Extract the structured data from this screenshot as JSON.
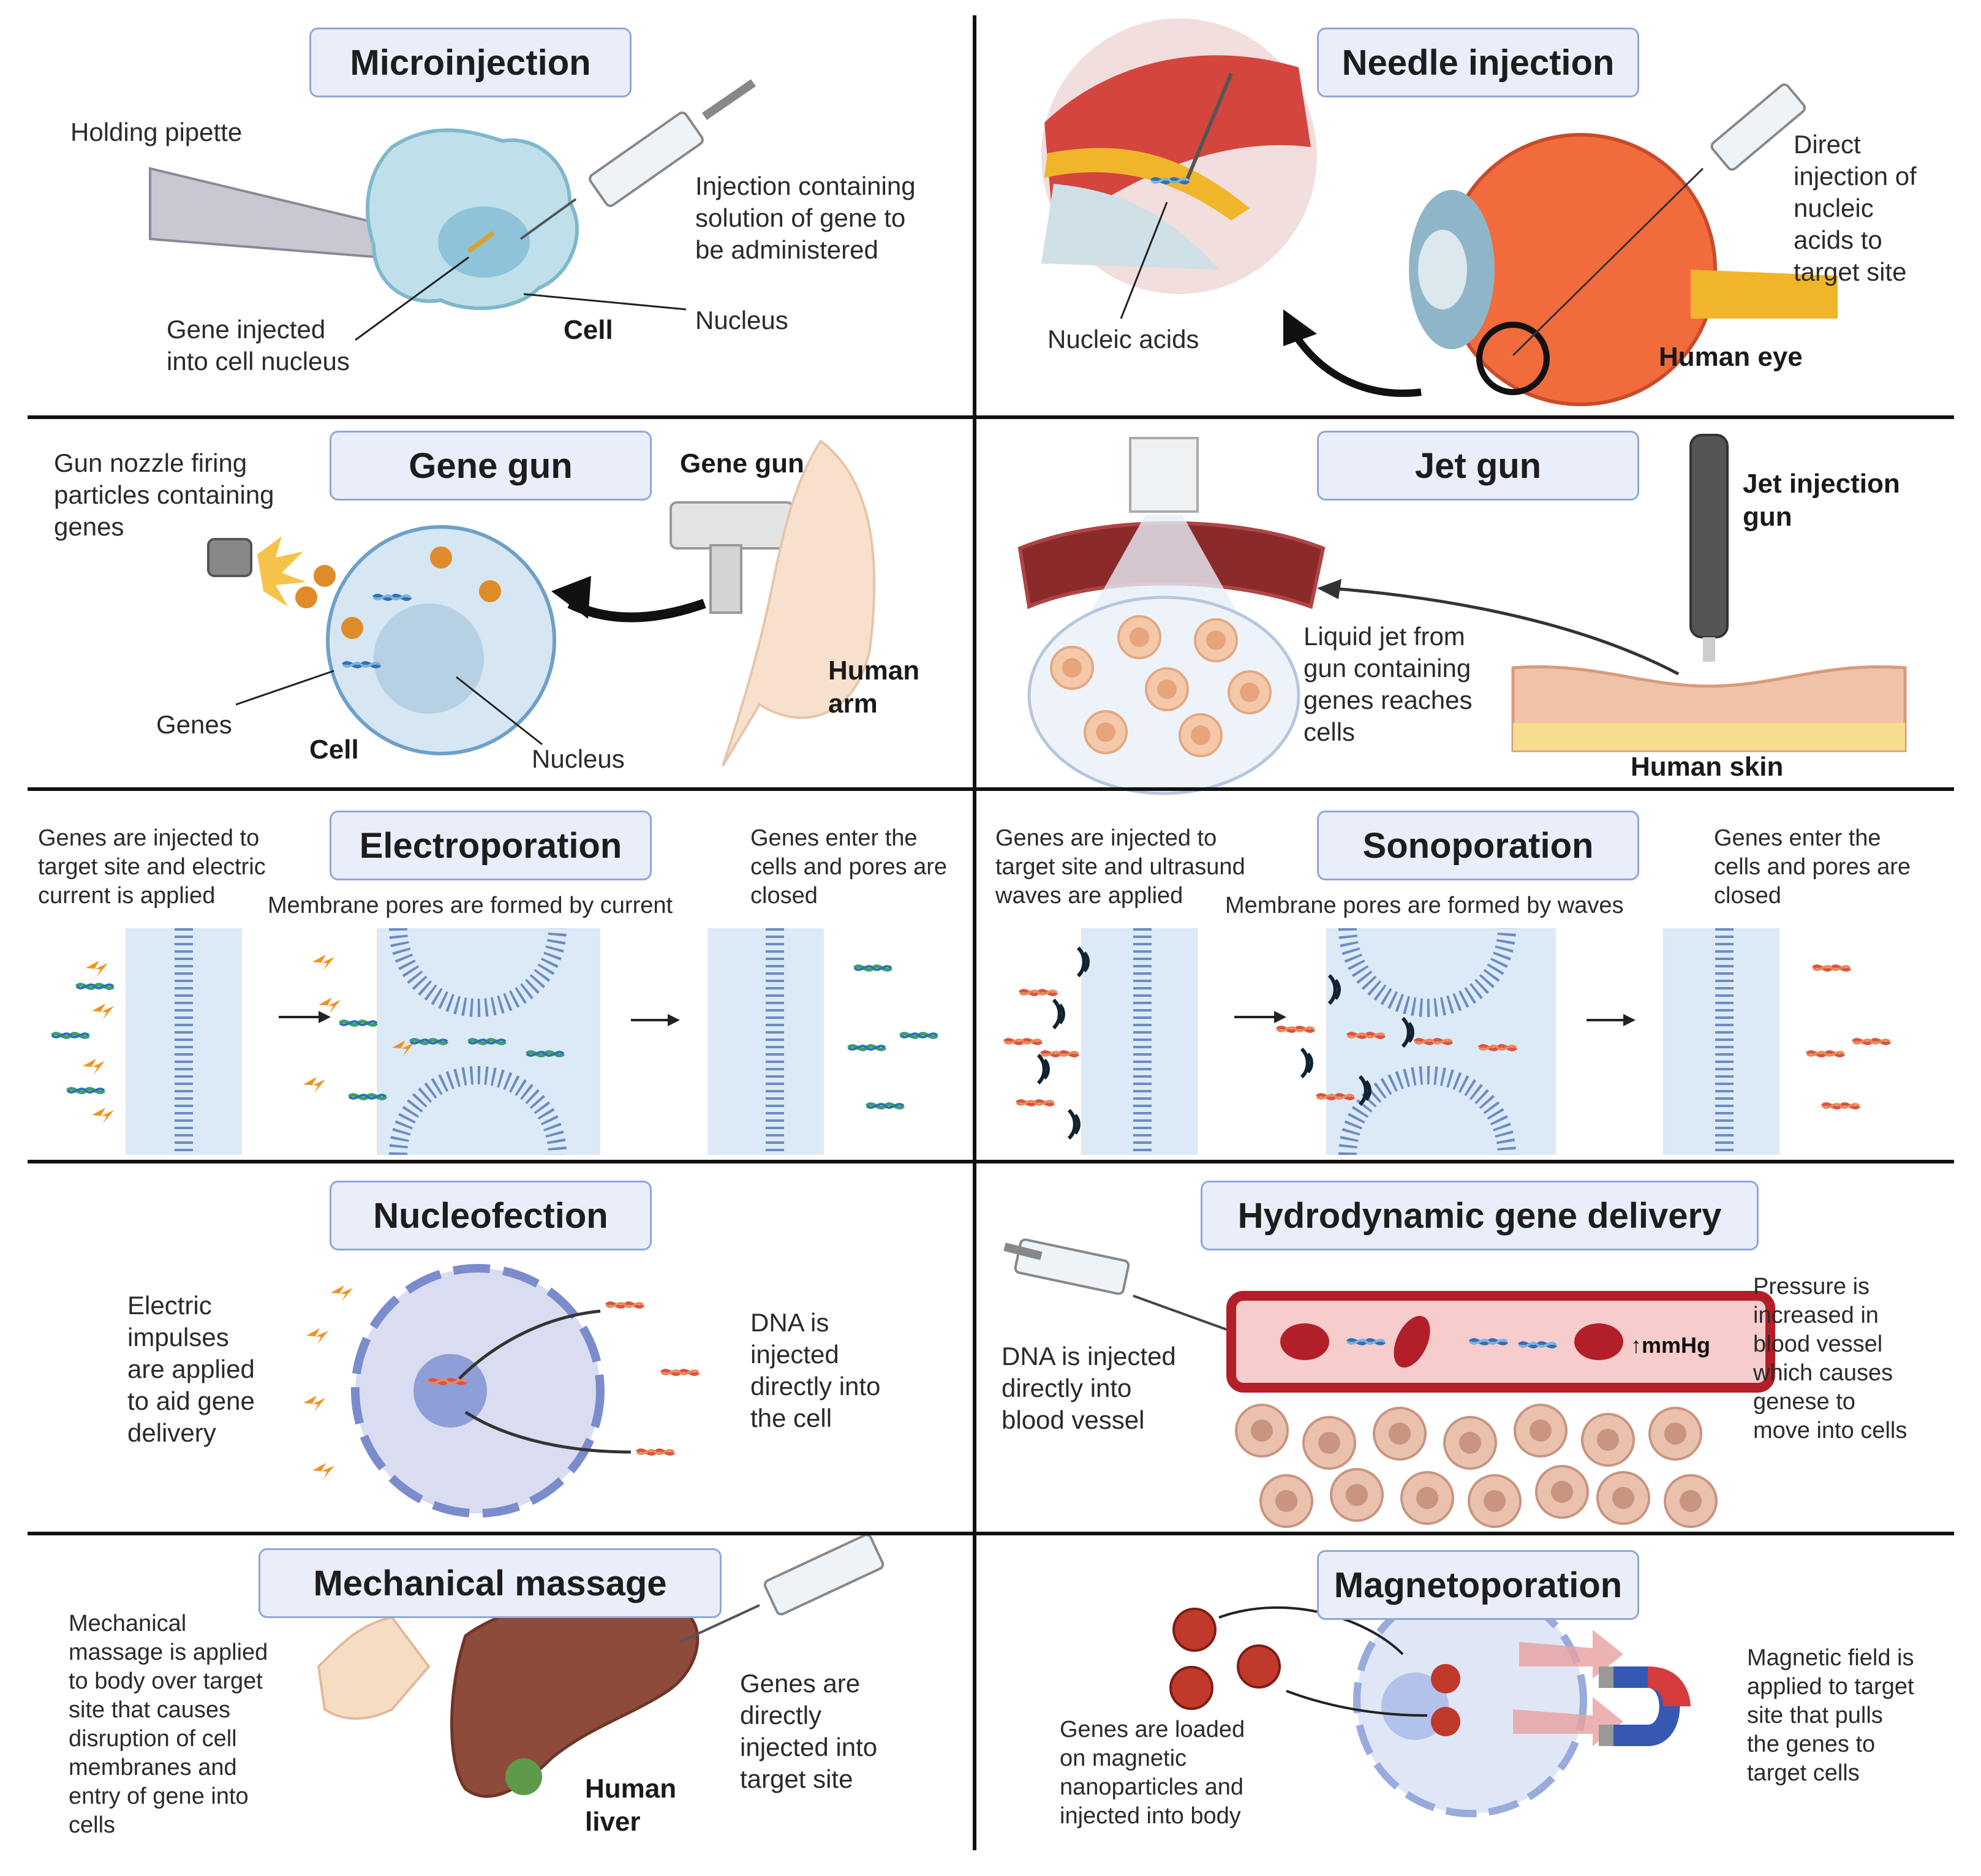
{
  "panels": {
    "microinjection": {
      "title": "Microinjection",
      "holding_pipette": "Holding pipette",
      "injection_solution": "Injection containing\nsolution of gene to\nbe administered",
      "gene_injected": "Gene injected\ninto cell nucleus",
      "cell": "Cell",
      "nucleus": "Nucleus"
    },
    "needle_injection": {
      "title": "Needle injection",
      "direct_injection": "Direct\ninjection of\nnucleic\nacids to\ntarget site",
      "nucleic_acids": "Nucleic acids",
      "human_eye": "Human eye"
    },
    "gene_gun": {
      "title": "Gene gun",
      "nozzle": "Gun nozzle firing\nparticles containing\ngenes",
      "gene_gun_label": "Gene gun",
      "human_arm": "Human\narm",
      "genes": "Genes",
      "cell": "Cell",
      "nucleus": "Nucleus"
    },
    "jet_gun": {
      "title": "Jet gun",
      "jet_injection_gun": "Jet injection\ngun",
      "liquid_jet": "Liquid jet from\ngun containing\ngenes reaches\ncells",
      "human_skin": "Human skin"
    },
    "electroporation": {
      "title": "Electroporation",
      "step1": "Genes are injected to\ntarget site and electric\ncurrent is applied",
      "step2": "Membrane pores are formed by current",
      "step3": "Genes enter the\ncells and pores are\nclosed"
    },
    "sonoporation": {
      "title": "Sonoporation",
      "step1": "Genes are injected to\ntarget site and ultrasund\nwaves are applied",
      "step2": "Membrane pores are formed by waves",
      "step3": "Genes enter the\ncells and pores are\nclosed"
    },
    "nucleofection": {
      "title": "Nucleofection",
      "left": "Electric\nimpulses\nare applied\nto aid gene\ndelivery",
      "right": "DNA is\ninjected\ndirectly into\nthe cell"
    },
    "hydrodynamic": {
      "title": "Hydrodynamic gene delivery",
      "left": "DNA is injected\ndirectly into\nblood vessel",
      "right": "Pressure is\nincreased in\nblood vessel\nwhich causes\ngenese to\nmove into cells",
      "mmhg": "↑mmHg"
    },
    "mechanical_massage": {
      "title": "Mechanical massage",
      "left": "Mechanical\nmassage is applied\nto body over target\nsite that causes\ndisruption of cell\nmembranes and\nentry of gene into\ncells",
      "right": "Genes are\ndirectly\ninjected into\ntarget site",
      "human_liver": "Human\nliver"
    },
    "magnetoporation": {
      "title": "Magnetoporation",
      "left": "Genes are loaded\non magnetic\nnanoparticles and\ninjected into body",
      "right": "Magnetic field is\napplied to target\nsite that pulls\nthe genes to\ntarget cells"
    }
  },
  "colors": {
    "title_bg": "#e9eefa",
    "title_border": "#8fa7d8",
    "cell_blue": "#d6e6f2",
    "gene_green": "#3aa06a",
    "spark_orange": "#f0921c",
    "gene_red": "#e0523c",
    "blood_red": "#b31f28",
    "liver_brown": "#8e4a3a"
  }
}
